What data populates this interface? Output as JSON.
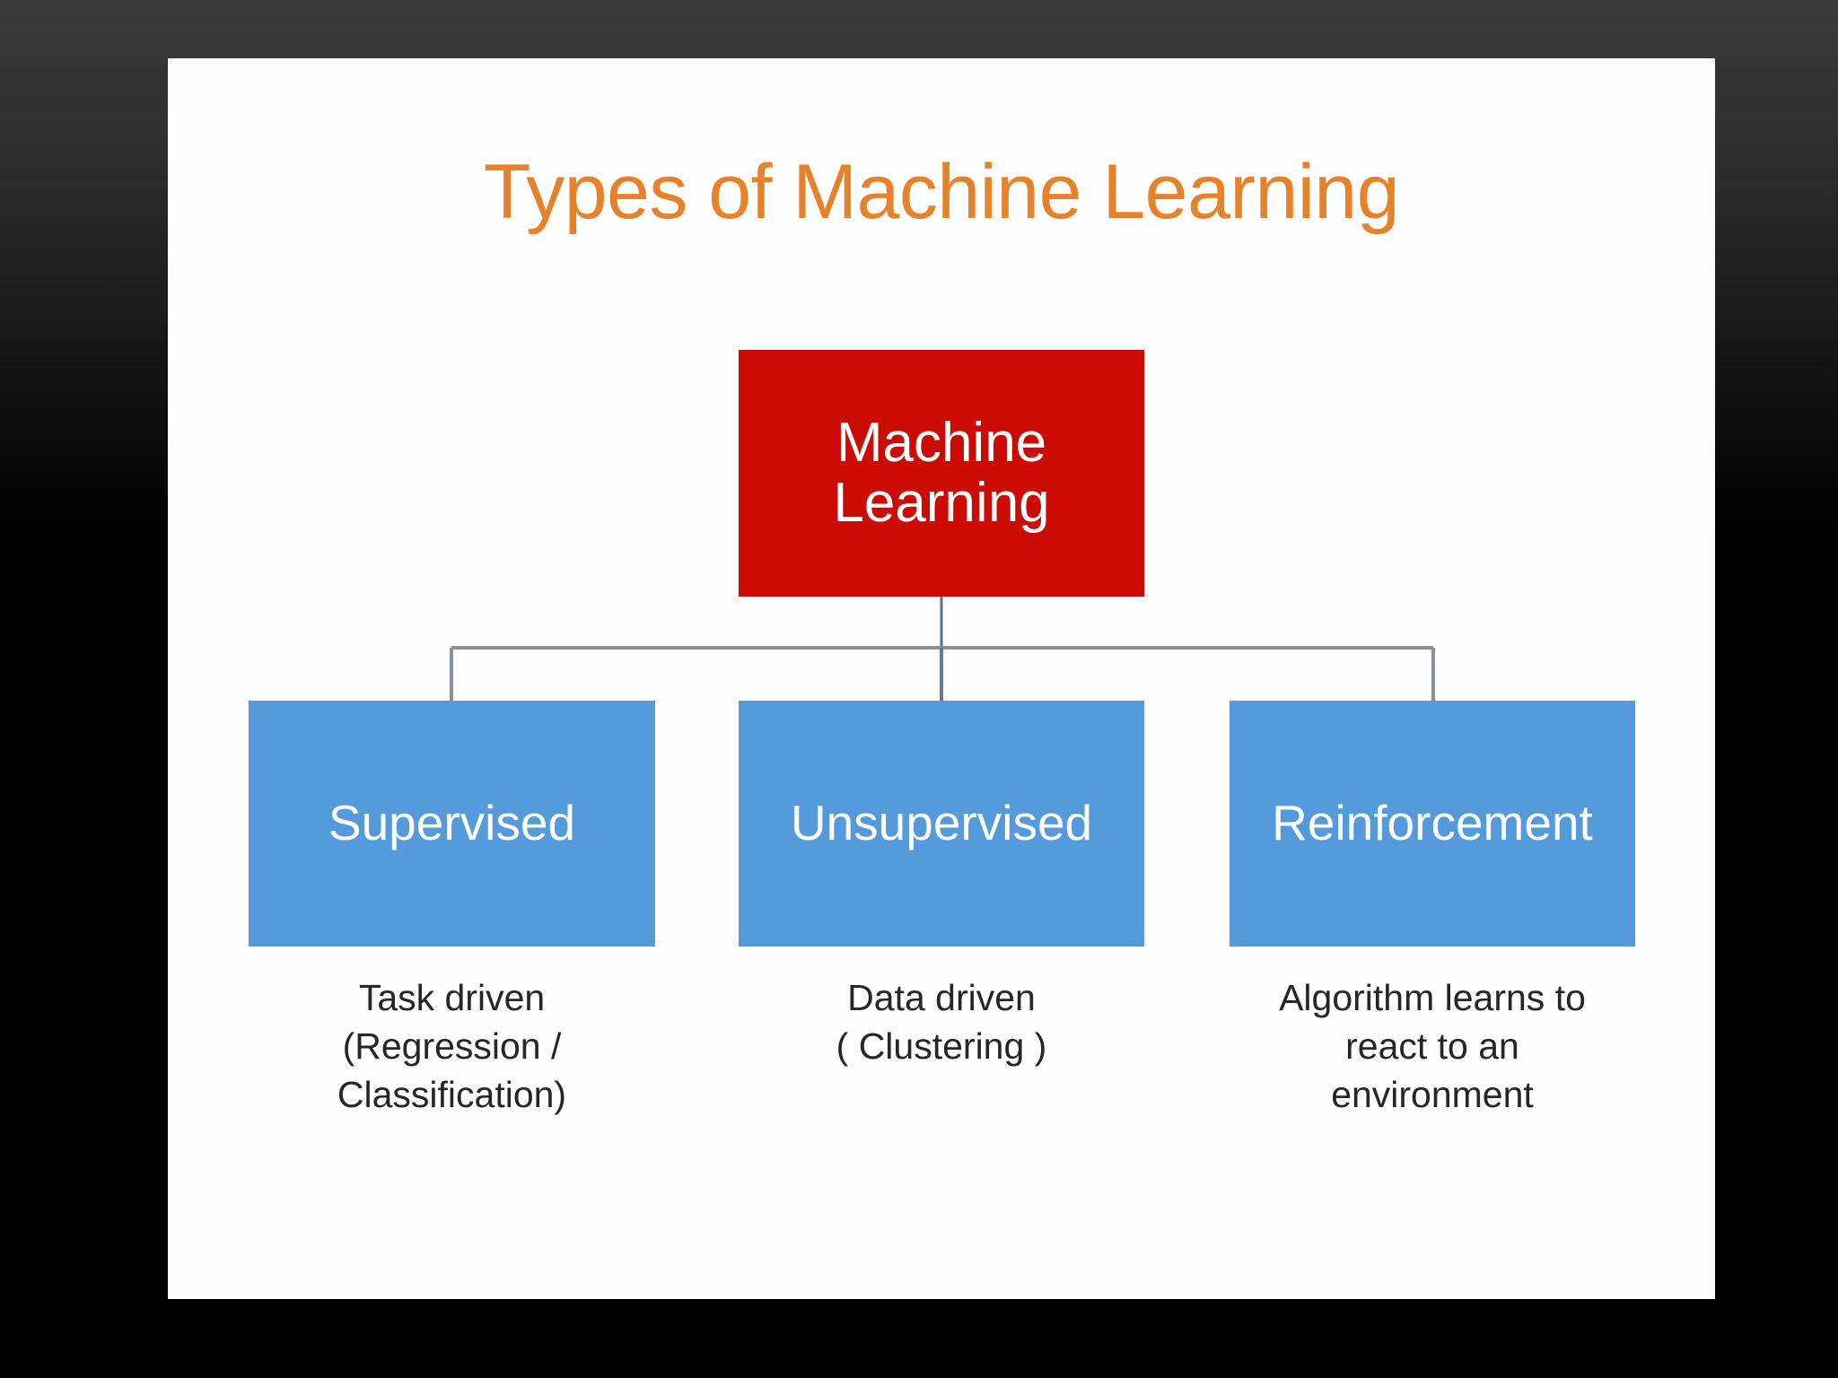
{
  "slide": {
    "title": "Types of Machine Learning",
    "title_color": "#E8822A",
    "background_color": "#FEFEFE",
    "frame_color": "#000000"
  },
  "diagram": {
    "type": "hierarchy-tree",
    "connector_color": "#7F7F7F",
    "root": {
      "label_line1": "Machine",
      "label_line2": "Learning",
      "fill_color": "#CC0B05",
      "text_color": "#FFFFFF"
    },
    "branches": [
      {
        "label": "Supervised",
        "fill_color": "#559BDB",
        "text_color": "#FFFFFF",
        "caption_lines": [
          "Task driven",
          "(Regression /",
          "Classification)"
        ]
      },
      {
        "label": "Unsupervised",
        "fill_color": "#559BDB",
        "text_color": "#FFFFFF",
        "caption_lines": [
          "Data driven",
          "( Clustering )"
        ]
      },
      {
        "label": "Reinforcement",
        "fill_color": "#559BDB",
        "text_color": "#FFFFFF",
        "caption_lines": [
          "Algorithm learns to",
          "react to an",
          "environment"
        ]
      }
    ]
  }
}
